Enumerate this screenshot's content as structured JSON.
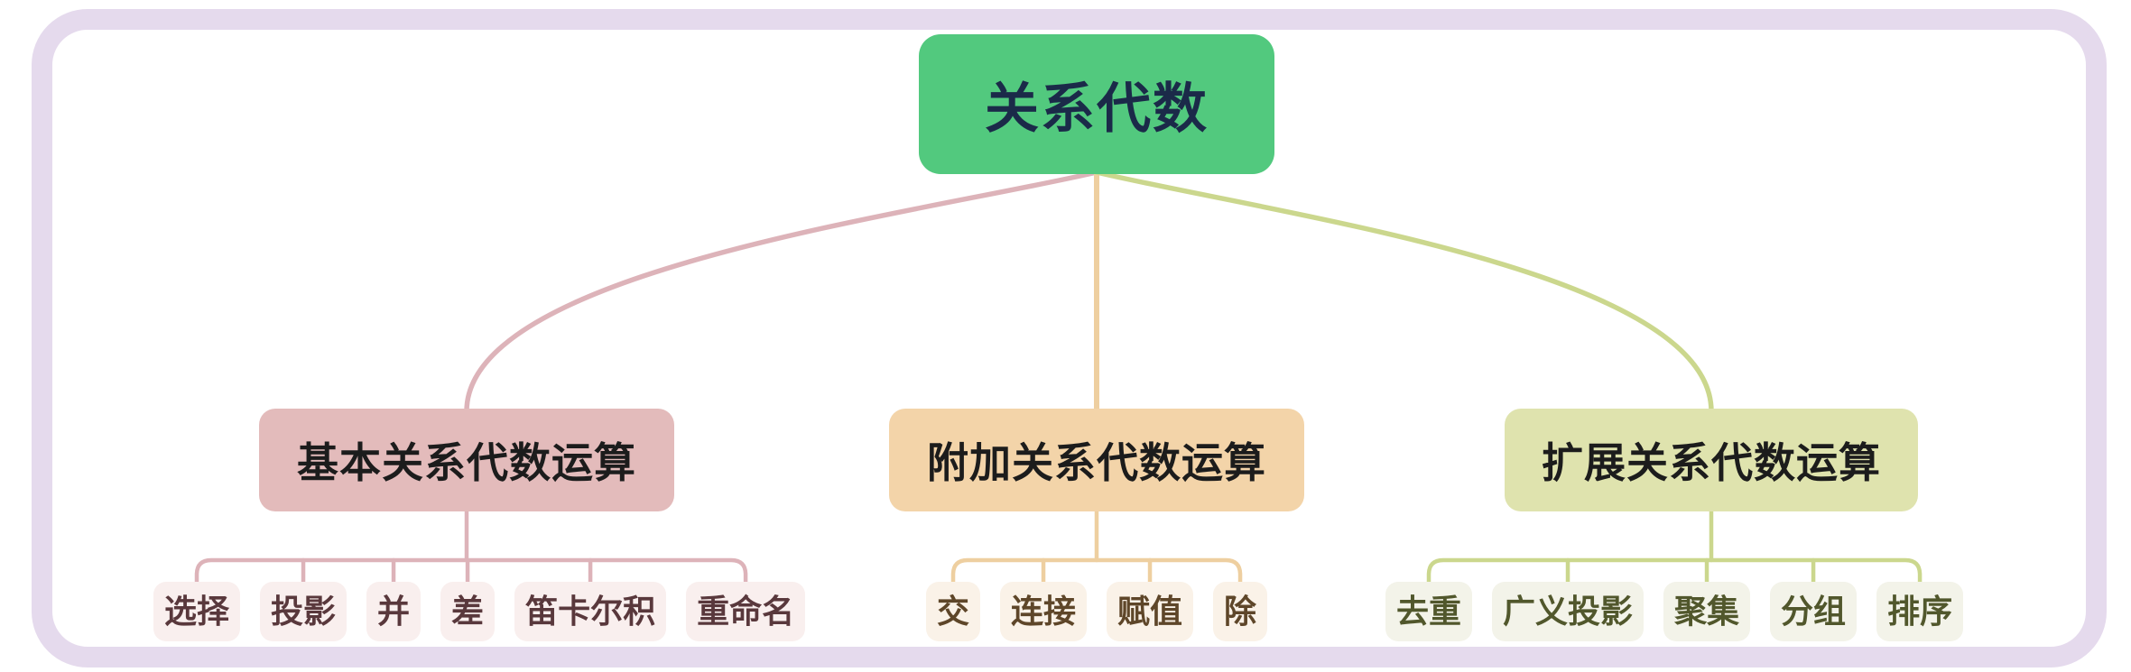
{
  "title": "关系代数",
  "frame": {
    "border_color": "#e5daed"
  },
  "root": {
    "label": "关系代数",
    "bg": "#52c97e",
    "text_color": "#1b2a49"
  },
  "branches": [
    {
      "id": "basic",
      "label": "基本关系代数运算",
      "bg": "#e3bbbb",
      "text_color": "#1c1c1c",
      "line_color": "#ddb3b9",
      "leaf_bg": "#f9efee",
      "leaf_text_color": "#59383c",
      "leaves": [
        "选择",
        "投影",
        "并",
        "差",
        "笛卡尔积",
        "重命名"
      ]
    },
    {
      "id": "additional",
      "label": "附加关系代数运算",
      "bg": "#f3d4a9",
      "text_color": "#1c1c1c",
      "line_color": "#eecfa0",
      "leaf_bg": "#faf2e8",
      "leaf_text_color": "#5e4629",
      "leaves": [
        "交",
        "连接",
        "赋值",
        "除"
      ]
    },
    {
      "id": "extended",
      "label": "扩展关系代数运算",
      "bg": "#dfe3ae",
      "text_color": "#1c1c1c",
      "line_color": "#cbd78d",
      "leaf_bg": "#f3f3e9",
      "leaf_text_color": "#51572c",
      "leaves": [
        "去重",
        "广义投影",
        "聚集",
        "分组",
        "排序"
      ]
    }
  ]
}
